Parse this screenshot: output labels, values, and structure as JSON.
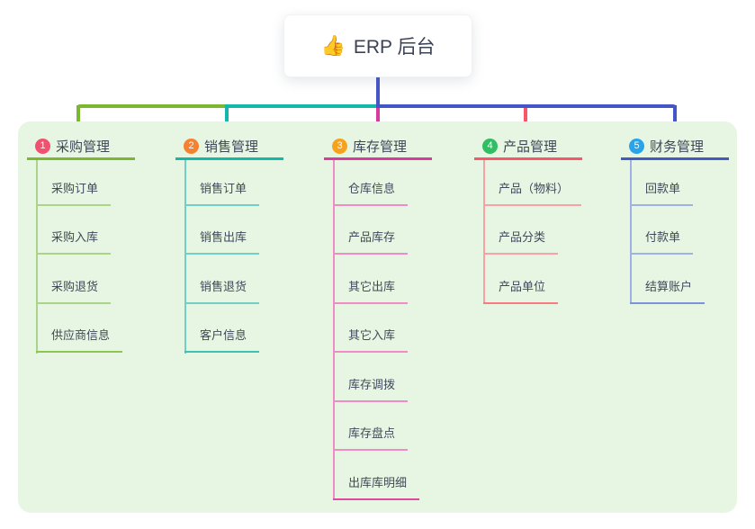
{
  "root": {
    "icon": "👍",
    "title": "ERP 后台"
  },
  "colors": {
    "panel_background": "#e7f6e2",
    "root_connector": "#4456c7",
    "branch_accents": [
      "#7cb82f",
      "#14b8a8",
      "#d93a9e",
      "#f8566a",
      "#4259c6"
    ],
    "branch_badge_colors": [
      "#f0516f",
      "#f8812f",
      "#f5a31d",
      "#2fbe63",
      "#2aa3e8"
    ]
  },
  "branches": [
    {
      "number": "1",
      "label": "采购管理",
      "children": [
        "采购订单",
        "采购入库",
        "采购退货",
        "供应商信息"
      ]
    },
    {
      "number": "2",
      "label": "销售管理",
      "children": [
        "销售订单",
        "销售出库",
        "销售退货",
        "客户信息"
      ]
    },
    {
      "number": "3",
      "label": "库存管理",
      "children": [
        "仓库信息",
        "产品库存",
        "其它出库",
        "其它入库",
        "库存调拨",
        "库存盘点",
        "出库库明细"
      ]
    },
    {
      "number": "4",
      "label": "产品管理",
      "children": [
        "产品（物料）",
        "产品分类",
        "产品单位"
      ]
    },
    {
      "number": "5",
      "label": "财务管理",
      "children": [
        "回款单",
        "付款单",
        "结算账户"
      ]
    }
  ]
}
